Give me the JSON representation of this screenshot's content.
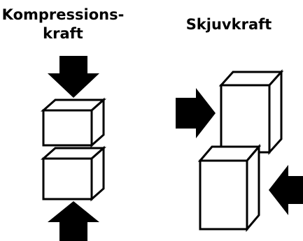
{
  "compression": {
    "title_line1": "Kompressions-",
    "title_line2": "kraft"
  },
  "shear": {
    "title": "Skjuvkraft"
  }
}
